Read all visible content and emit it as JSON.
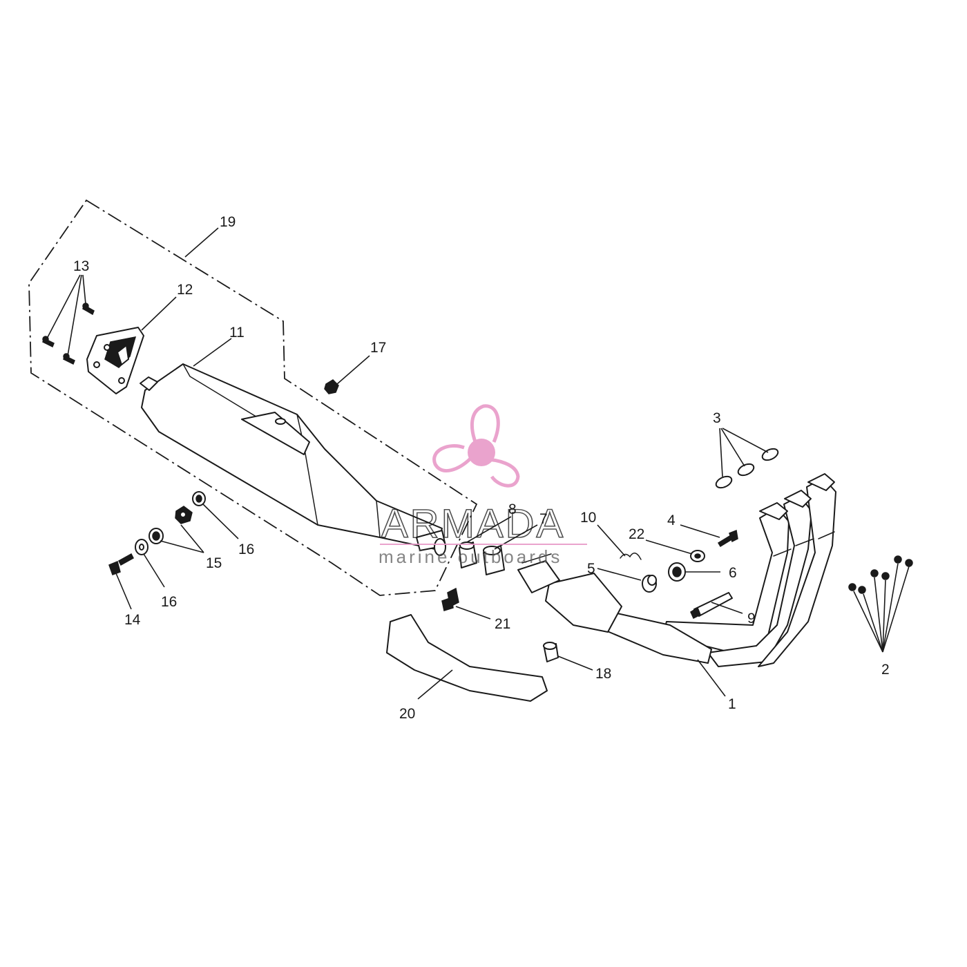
{
  "brand": {
    "name": "ARMADA",
    "tagline": "marine outboards",
    "logo_color": "#e89ac8"
  },
  "callouts": {
    "c1": "1",
    "c2": "2",
    "c3": "3",
    "c4": "4",
    "c5": "5",
    "c6": "6",
    "c7": "7",
    "c8": "8",
    "c9": "9",
    "c10": "10",
    "c11": "11",
    "c12": "12",
    "c13": "13",
    "c14": "14",
    "c15": "15",
    "c16a": "16",
    "c16b": "16",
    "c17": "17",
    "c18": "18",
    "c19": "19",
    "c20": "20",
    "c21": "21",
    "c22": "22"
  }
}
